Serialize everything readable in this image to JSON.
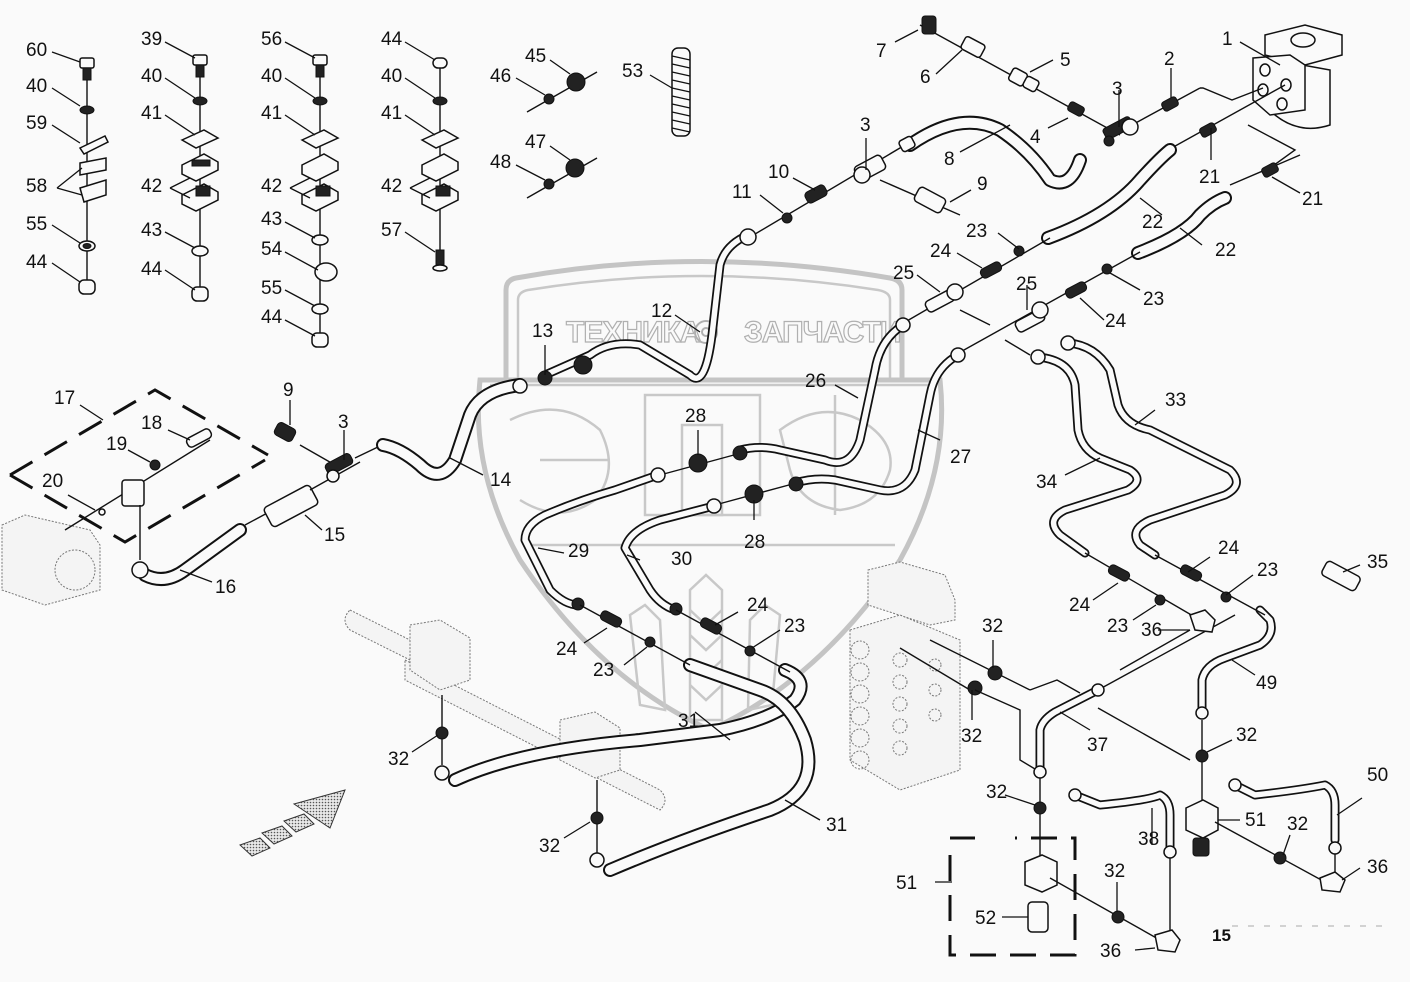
{
  "watermark": {
    "line1_left": "ТЕХНИКА",
    "line1_right": "ЗАПЧАСТИ",
    "logo_letters": "ЭЛФ"
  },
  "page_number": "15",
  "callouts": [
    {
      "id": "c-60",
      "text": "60"
    },
    {
      "id": "c-40a",
      "text": "40"
    },
    {
      "id": "c-59",
      "text": "59"
    },
    {
      "id": "c-58",
      "text": "58"
    },
    {
      "id": "c-55a",
      "text": "55"
    },
    {
      "id": "c-44a",
      "text": "44"
    },
    {
      "id": "c-39",
      "text": "39"
    },
    {
      "id": "c-40b",
      "text": "40"
    },
    {
      "id": "c-41a",
      "text": "41"
    },
    {
      "id": "c-42a",
      "text": "42"
    },
    {
      "id": "c-43a",
      "text": "43"
    },
    {
      "id": "c-44b",
      "text": "44"
    },
    {
      "id": "c-56",
      "text": "56"
    },
    {
      "id": "c-40c",
      "text": "40"
    },
    {
      "id": "c-41b",
      "text": "41"
    },
    {
      "id": "c-42b",
      "text": "42"
    },
    {
      "id": "c-43b",
      "text": "43"
    },
    {
      "id": "c-54",
      "text": "54"
    },
    {
      "id": "c-55b",
      "text": "55"
    },
    {
      "id": "c-44c",
      "text": "44"
    },
    {
      "id": "c-44d",
      "text": "44"
    },
    {
      "id": "c-40d",
      "text": "40"
    },
    {
      "id": "c-41c",
      "text": "41"
    },
    {
      "id": "c-42c",
      "text": "42"
    },
    {
      "id": "c-57",
      "text": "57"
    },
    {
      "id": "c-45",
      "text": "45"
    },
    {
      "id": "c-46",
      "text": "46"
    },
    {
      "id": "c-47",
      "text": "47"
    },
    {
      "id": "c-48",
      "text": "48"
    },
    {
      "id": "c-53",
      "text": "53"
    },
    {
      "id": "c-7",
      "text": "7"
    },
    {
      "id": "c-6",
      "text": "6"
    },
    {
      "id": "c-5",
      "text": "5"
    },
    {
      "id": "c-4",
      "text": "4"
    },
    {
      "id": "c-3a",
      "text": "3"
    },
    {
      "id": "c-2",
      "text": "2"
    },
    {
      "id": "c-1",
      "text": "1"
    },
    {
      "id": "c-3b",
      "text": "3"
    },
    {
      "id": "c-8",
      "text": "8"
    },
    {
      "id": "c-9a",
      "text": "9"
    },
    {
      "id": "c-10",
      "text": "10"
    },
    {
      "id": "c-11",
      "text": "11"
    },
    {
      "id": "c-21a",
      "text": "21"
    },
    {
      "id": "c-21b",
      "text": "21"
    },
    {
      "id": "c-22a",
      "text": "22"
    },
    {
      "id": "c-22b",
      "text": "22"
    },
    {
      "id": "c-23a",
      "text": "23"
    },
    {
      "id": "c-24a",
      "text": "24"
    },
    {
      "id": "c-25a",
      "text": "25"
    },
    {
      "id": "c-25b",
      "text": "25"
    },
    {
      "id": "c-24b",
      "text": "24"
    },
    {
      "id": "c-23b",
      "text": "23"
    },
    {
      "id": "c-12",
      "text": "12"
    },
    {
      "id": "c-13",
      "text": "13"
    },
    {
      "id": "c-26",
      "text": "26"
    },
    {
      "id": "c-27",
      "text": "27"
    },
    {
      "id": "c-28a",
      "text": "28"
    },
    {
      "id": "c-28b",
      "text": "28"
    },
    {
      "id": "c-33",
      "text": "33"
    },
    {
      "id": "c-34",
      "text": "34"
    },
    {
      "id": "c-14",
      "text": "14"
    },
    {
      "id": "c-29",
      "text": "29"
    },
    {
      "id": "c-30",
      "text": "30"
    },
    {
      "id": "c-17",
      "text": "17"
    },
    {
      "id": "c-18",
      "text": "18"
    },
    {
      "id": "c-19",
      "text": "19"
    },
    {
      "id": "c-20",
      "text": "20"
    },
    {
      "id": "c-9b",
      "text": "9"
    },
    {
      "id": "c-3c",
      "text": "3"
    },
    {
      "id": "c-15",
      "text": "15"
    },
    {
      "id": "c-16",
      "text": "16"
    },
    {
      "id": "c-24c",
      "text": "24"
    },
    {
      "id": "c-23c",
      "text": "23"
    },
    {
      "id": "c-24d",
      "text": "24"
    },
    {
      "id": "c-23d",
      "text": "23"
    },
    {
      "id": "c-31a",
      "text": "31"
    },
    {
      "id": "c-31b",
      "text": "31"
    },
    {
      "id": "c-32a",
      "text": "32"
    },
    {
      "id": "c-32b",
      "text": "32"
    },
    {
      "id": "c-32c",
      "text": "32"
    },
    {
      "id": "c-32d",
      "text": "32"
    },
    {
      "id": "c-37",
      "text": "37"
    },
    {
      "id": "c-24e",
      "text": "24"
    },
    {
      "id": "c-23e",
      "text": "23"
    },
    {
      "id": "c-36a",
      "text": "36"
    },
    {
      "id": "c-24f",
      "text": "24"
    },
    {
      "id": "c-23f",
      "text": "23"
    },
    {
      "id": "c-35",
      "text": "35"
    },
    {
      "id": "c-49",
      "text": "49"
    },
    {
      "id": "c-32e",
      "text": "32"
    },
    {
      "id": "c-32f",
      "text": "32"
    },
    {
      "id": "c-38",
      "text": "38"
    },
    {
      "id": "c-51a",
      "text": "51"
    },
    {
      "id": "c-32g",
      "text": "32"
    },
    {
      "id": "c-50",
      "text": "50"
    },
    {
      "id": "c-36b",
      "text": "36"
    },
    {
      "id": "c-51b",
      "text": "51"
    },
    {
      "id": "c-52",
      "text": "52"
    },
    {
      "id": "c-32h",
      "text": "32"
    },
    {
      "id": "c-36c",
      "text": "36"
    }
  ]
}
